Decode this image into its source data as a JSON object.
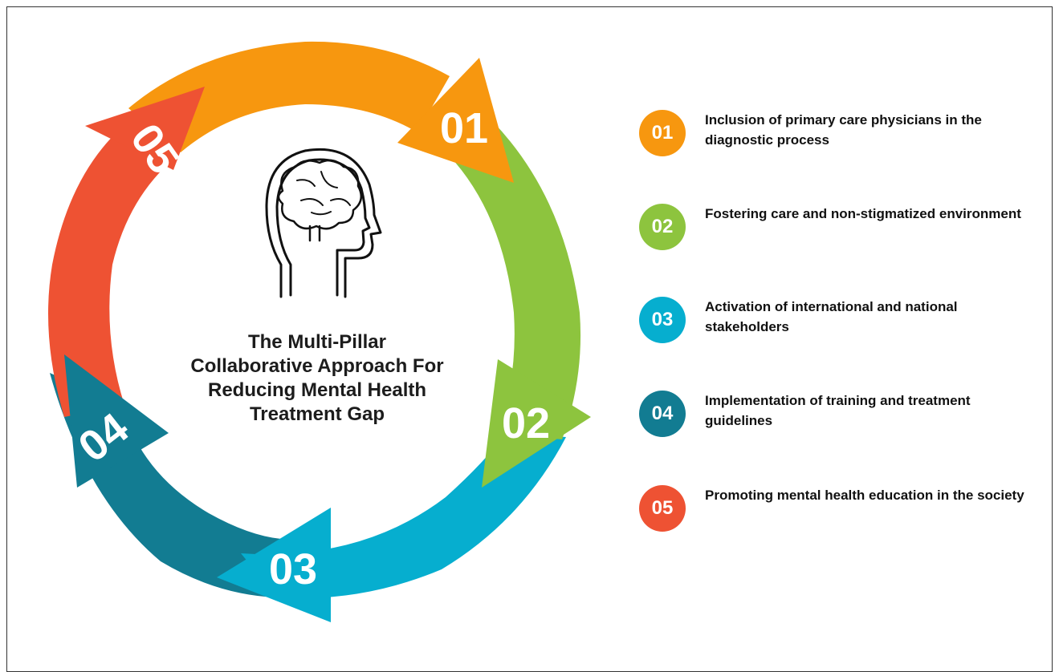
{
  "title_lines": [
    "The Multi-Pillar",
    "Collaborative Approach For",
    "Reducing Mental Health",
    "Treatment Gap"
  ],
  "center_icon": "head-brain-icon",
  "steps": [
    {
      "number": "01",
      "color": "#F7970F",
      "text": "Inclusion of primary care physicians in the diagnostic process"
    },
    {
      "number": "02",
      "color": "#8DC43E",
      "text": "Fostering care and non-stigmatized environment"
    },
    {
      "number": "03",
      "color": "#06AECF",
      "text": "Activation of international and national stakeholders"
    },
    {
      "number": "04",
      "color": "#127C92",
      "text": "Implementation of training and treatment guidelines"
    },
    {
      "number": "05",
      "color": "#EE5233",
      "text": "Promoting mental health education in the society"
    }
  ]
}
